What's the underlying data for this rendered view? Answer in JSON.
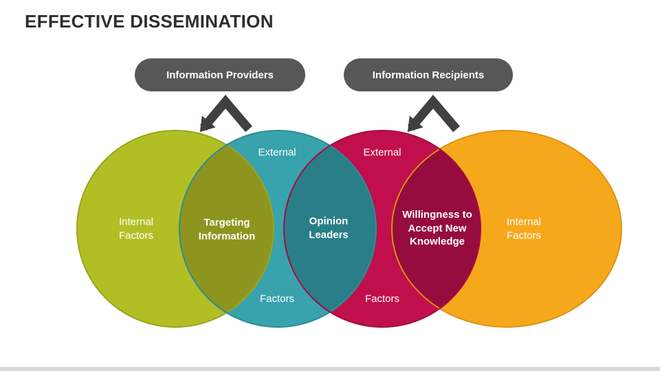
{
  "title": "EFFECTIVE DISSEMINATION",
  "pills": {
    "providers": "Information Providers",
    "recipients": "Information Recipients"
  },
  "venn": {
    "internal_left": "Internal\nFactors",
    "external_teal": "External",
    "factors_teal": "Factors",
    "targeting": "Targeting\nInformation",
    "opinion": "Opinion\nLeaders",
    "external_red": "External",
    "factors_red": "Factors",
    "willingness": "Willingness to\nAccept New\nKnowledge",
    "internal_right": "Internal\nFactors"
  },
  "colors": {
    "green": "#b1bf25",
    "green-edge": "#99a51a",
    "teal": "#38a3ad",
    "teal-edge": "#2c8d96",
    "red": "#c00f4c",
    "red-edge": "#a50d42",
    "orange": "#f6a81d",
    "orange-edge": "#dd9210",
    "olive": "#8d951f",
    "darkteal": "#2a7e88",
    "maroon": "#960c3e",
    "pill": "#575757",
    "arrow": "#404040",
    "title": "#2e2e2e"
  }
}
